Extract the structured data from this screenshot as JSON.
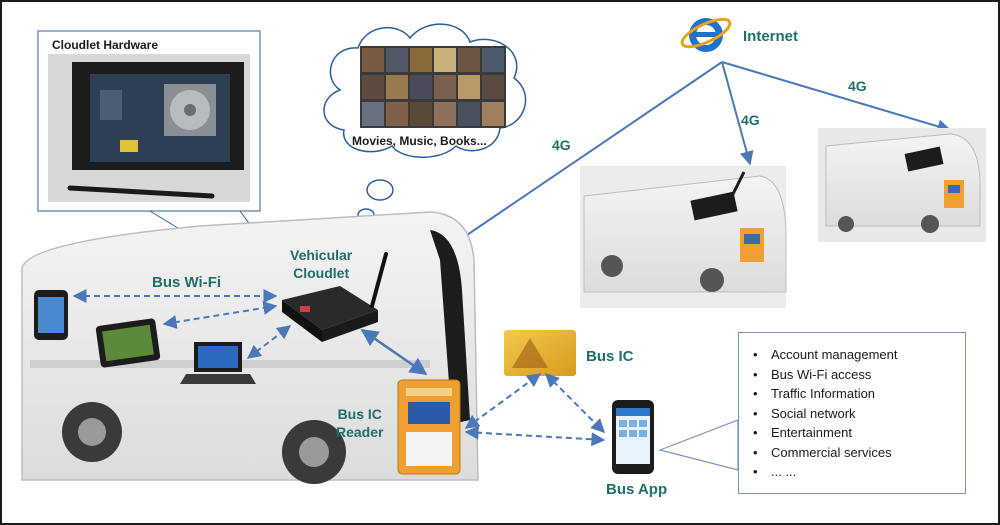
{
  "cloudlet_hardware": {
    "title": "Cloudlet Hardware"
  },
  "media": {
    "caption": "Movies, Music, Books..."
  },
  "internet": {
    "label": "Internet",
    "icon": "internet-explorer-icon"
  },
  "links": {
    "link_main": "4G",
    "link_bus_2": "4G",
    "link_bus_3": "4G"
  },
  "bus": {
    "wifi_label": "Bus Wi-Fi",
    "cloudlet_label": "Vehicular\nCloudlet",
    "ic_reader_label": "Bus IC\nReader",
    "ic_card_label": "Bus IC",
    "app_label": "Bus App"
  },
  "features": [
    "Account management",
    "Bus Wi-Fi access",
    "Traffic Information",
    "Social network",
    "Entertainment",
    "Commercial services",
    "... ..."
  ],
  "colors": {
    "label_teal": "#1f6f6a",
    "arrow_blue": "#4a78b8",
    "box_border": "#7a94b8"
  }
}
